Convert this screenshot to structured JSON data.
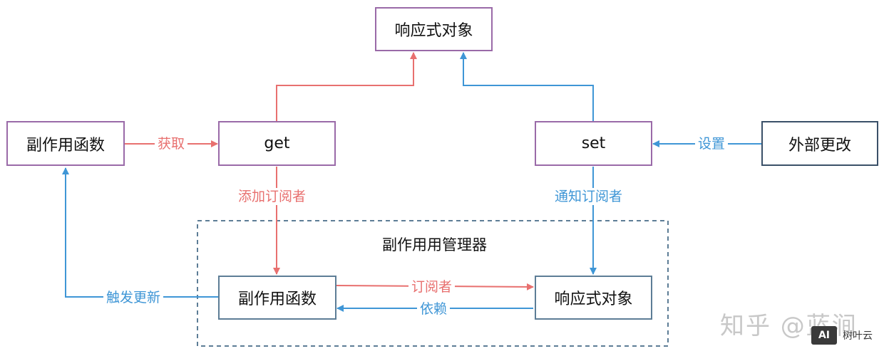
{
  "nodes": {
    "reactive_top": "响应式对象",
    "side_effect_left": "副作用函数",
    "get": "get",
    "set": "set",
    "external_change": "外部更改",
    "manager_side_effect": "副作用函数",
    "manager_reactive": "响应式对象"
  },
  "container": {
    "title": "副作用用管理器"
  },
  "edges": {
    "fetch": "获取",
    "set_value": "设置",
    "add_subscriber": "添加订阅者",
    "notify_subscribers": "通知订阅者",
    "subscriber": "订阅者",
    "depend": "依赖",
    "trigger_update": "触发更新"
  },
  "colors": {
    "red": "#e8706f",
    "blue": "#3f96d6",
    "purple": "#9a6aa8",
    "navy": "#3a5068",
    "steel": "#5d7d96"
  },
  "watermark": {
    "zhihu": "知乎 @蓝涧",
    "logo": "AI",
    "brand": "树叶云"
  }
}
